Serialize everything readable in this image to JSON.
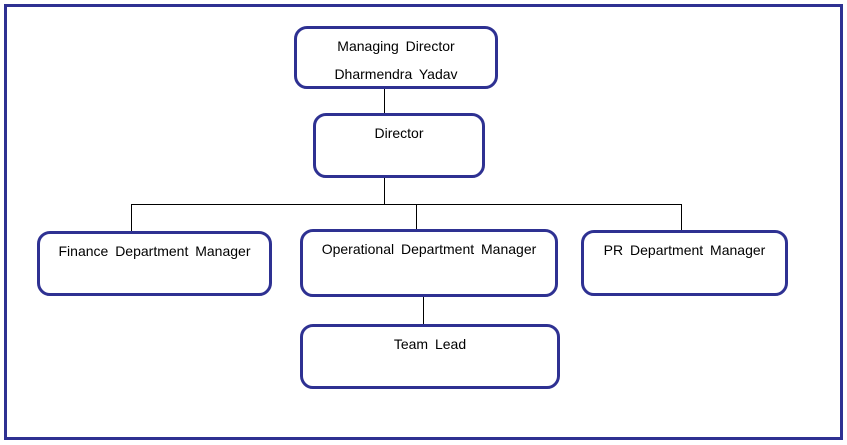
{
  "diagram": {
    "type": "org-chart",
    "accent_color": "#2e3192",
    "connector_color": "#000000",
    "nodes": [
      {
        "id": "managing-director",
        "title": "Managing Director",
        "person": "Dharmendra Yadav"
      },
      {
        "id": "director",
        "title": "Director"
      },
      {
        "id": "finance-manager",
        "title": "Finance Department Manager"
      },
      {
        "id": "operational-manager",
        "title": "Operational Department Manager"
      },
      {
        "id": "pr-manager",
        "title": "PR Department Manager"
      },
      {
        "id": "team-lead",
        "title": "Team Lead"
      }
    ],
    "edges": [
      {
        "from": "managing-director",
        "to": "director"
      },
      {
        "from": "director",
        "to": "finance-manager"
      },
      {
        "from": "director",
        "to": "operational-manager"
      },
      {
        "from": "director",
        "to": "pr-manager"
      },
      {
        "from": "operational-manager",
        "to": "team-lead"
      }
    ]
  }
}
